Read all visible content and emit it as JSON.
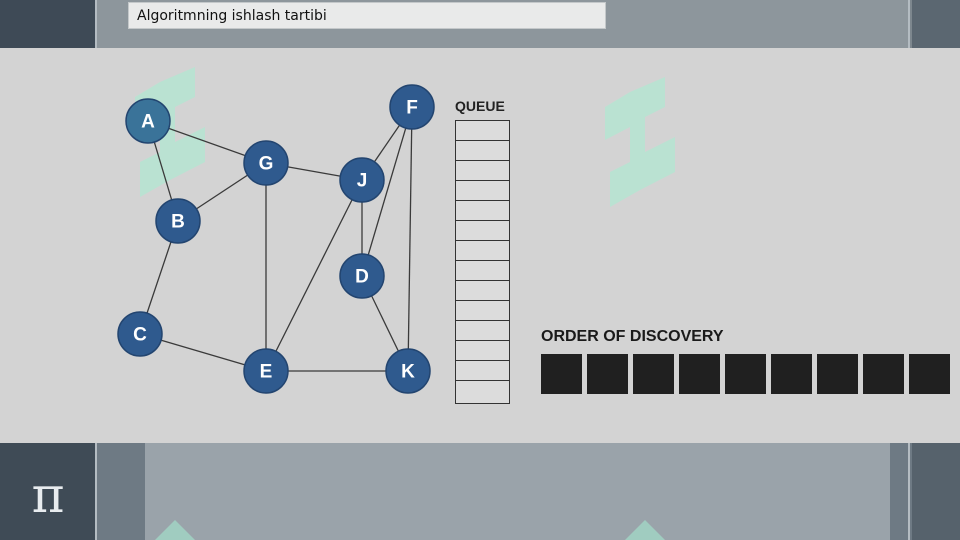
{
  "title": "Algoritmning ishlash tartibi",
  "graph": {
    "nodes": [
      "A",
      "B",
      "C",
      "D",
      "E",
      "F",
      "G",
      "J",
      "K"
    ],
    "edges": [
      [
        "A",
        "B"
      ],
      [
        "A",
        "G"
      ],
      [
        "B",
        "G"
      ],
      [
        "B",
        "C"
      ],
      [
        "C",
        "E"
      ],
      [
        "G",
        "E"
      ],
      [
        "G",
        "J"
      ],
      [
        "J",
        "E"
      ],
      [
        "J",
        "F"
      ],
      [
        "J",
        "D"
      ],
      [
        "F",
        "D"
      ],
      [
        "F",
        "K"
      ],
      [
        "D",
        "K"
      ],
      [
        "E",
        "K"
      ]
    ]
  },
  "queue": {
    "label": "QUEUE",
    "slots": 14
  },
  "order": {
    "label": "ORDER OF DISCOVERY",
    "slots": 9
  },
  "footer_symbol": "π",
  "watermark_text": "SOFF",
  "colors": {
    "node_fill": "#2f5a8e",
    "node_stroke": "#234570",
    "panel": "#d3d3d3",
    "box": "#202020",
    "watermark": "#9fe8cc"
  }
}
